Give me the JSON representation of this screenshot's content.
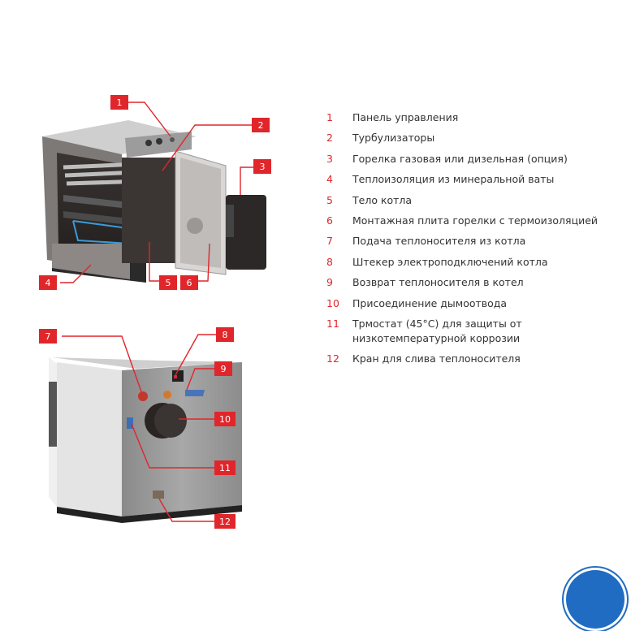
{
  "callouts": {
    "c1": "1",
    "c2": "2",
    "c3": "3",
    "c4": "4",
    "c5": "5",
    "c6": "6",
    "c7": "7",
    "c8": "8",
    "c9": "9",
    "c10": "10",
    "c11": "11",
    "c12": "12"
  },
  "legend": [
    {
      "num": "1",
      "lines": [
        "Панель управления"
      ]
    },
    {
      "num": "2",
      "lines": [
        "Турбулизаторы"
      ]
    },
    {
      "num": "3",
      "lines": [
        "Горелка газовая или дизельная (опция)"
      ]
    },
    {
      "num": "4",
      "lines": [
        "Теплоизоляция из минеральной ваты"
      ]
    },
    {
      "num": "5",
      "lines": [
        "Тело котла"
      ]
    },
    {
      "num": "6",
      "lines": [
        "Монтажная плита горелки с термоизоляцией"
      ]
    },
    {
      "num": "7",
      "lines": [
        "Подача теплоносителя из котла"
      ]
    },
    {
      "num": "8",
      "lines": [
        "Штекер электроподключений котла"
      ]
    },
    {
      "num": "9",
      "lines": [
        "Возврат теплоносителя в котел"
      ]
    },
    {
      "num": "10",
      "lines": [
        "Присоединение дымоотвода"
      ]
    },
    {
      "num": "11",
      "lines": [
        "Трмостат (45°С) для защиты от",
        "низкотемпературной коррозии"
      ]
    },
    {
      "num": "12",
      "lines": [
        "Кран для слива теплоносителя"
      ]
    }
  ],
  "colors": {
    "accent": "#e0262b",
    "badge": "#1f6cc2"
  }
}
